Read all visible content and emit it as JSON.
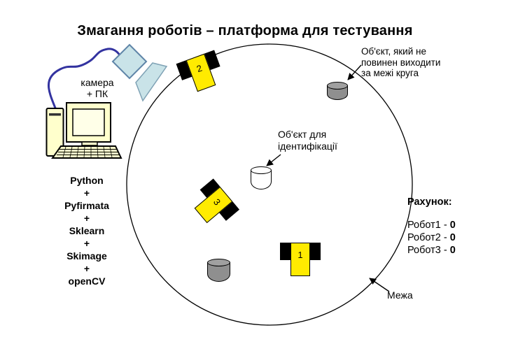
{
  "slide": {
    "title": "Змагання роботів – платформа для тестування"
  },
  "computer": {
    "label_lines": [
      "камера",
      "+ ПК"
    ]
  },
  "software_stack": {
    "lines": [
      "Python",
      "+",
      "Pyfirmata",
      "+",
      "Sklearn",
      "+",
      "Skimage",
      "+",
      "openCV"
    ]
  },
  "arena": {
    "labels": {
      "object_keep_inside": {
        "lines": [
          "Об'єкт, який не",
          "повинен виходити",
          "за межі круга"
        ]
      },
      "object_identify": {
        "lines": [
          "Об'єкт для",
          "ідентифікації"
        ]
      },
      "boundary": "Межа"
    },
    "robots": [
      {
        "number": "1"
      },
      {
        "number": "2"
      },
      {
        "number": "3"
      }
    ]
  },
  "score": {
    "heading": "Рахунок:",
    "rows": [
      {
        "label": "Робот1 -",
        "value": "0"
      },
      {
        "label": "Робот2 -",
        "value": "0"
      },
      {
        "label": "Робот3 -",
        "value": "0"
      }
    ]
  },
  "colors": {
    "robot_body": "#FFEB00",
    "robot_wheel": "#000000",
    "cylinder_gray": "#8F8F8F",
    "cylinder_white": "#FFFFFF",
    "computer_body": "#FFFFCC",
    "camera_fill": "#C9E3E8",
    "cable": "#3333A0",
    "boundary_stroke": "#000000"
  }
}
